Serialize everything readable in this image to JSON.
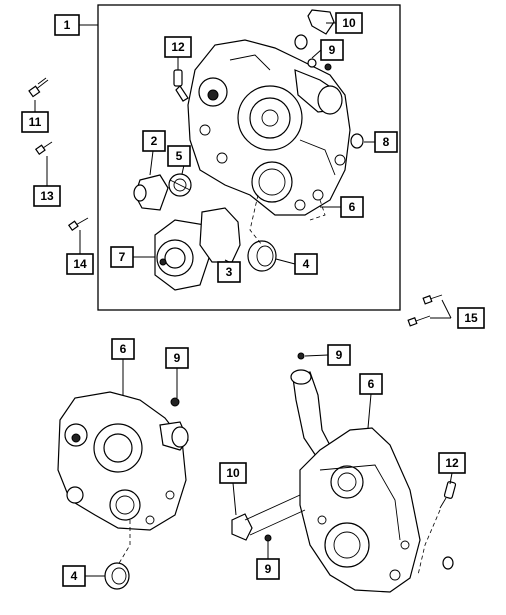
{
  "callouts": {
    "c1": "1",
    "c2": "2",
    "c3": "3",
    "c4_top": "4",
    "c5": "5",
    "c6_top": "6",
    "c7": "7",
    "c8": "8",
    "c9_top": "9",
    "c10_top": "10",
    "c11": "11",
    "c12_top": "12",
    "c13": "13",
    "c14": "14",
    "c15": "15",
    "c6_left": "6",
    "c9_left": "9",
    "c4_bottom": "4",
    "c9_mid": "9",
    "c6_right": "6",
    "c10_bottom": "10",
    "c9_bottom": "9",
    "c12_bottom": "12"
  }
}
